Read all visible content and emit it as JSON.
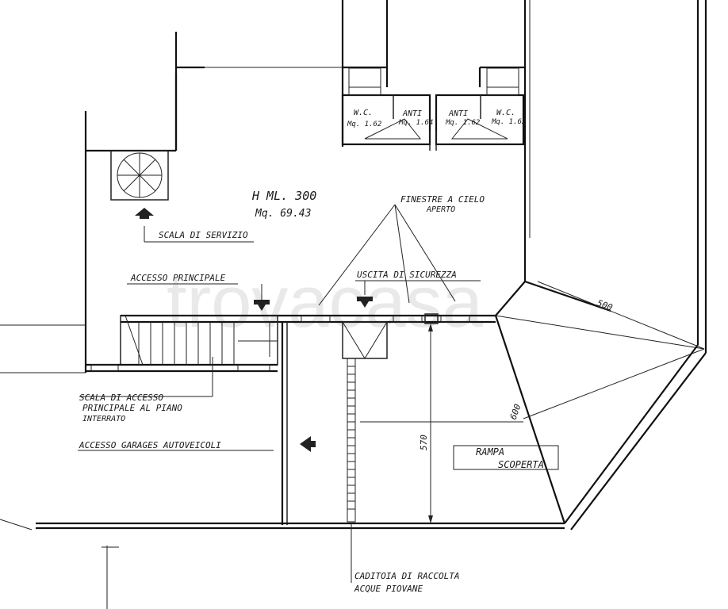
{
  "room": {
    "height": "H ML. 300",
    "area": "Mq. 69.43"
  },
  "wc_left": {
    "name": "W.C.",
    "area": "Mq. 1.62"
  },
  "anti_left": {
    "name": "ANTI",
    "area": "Mq. 1.64"
  },
  "anti_right": {
    "name": "ANTI",
    "area": "Mq. 1.62"
  },
  "wc_right": {
    "name": "W.C.",
    "area": "Mq. 1.62"
  },
  "labels": {
    "service_stair": "SCALA DI SERVIZIO",
    "main_access": "ACCESSO PRINCIPALE",
    "skylights_1": "FINESTRE A CIELO",
    "skylights_2": "APERTO",
    "emergency_exit": "USCITA DI SICUREZZA",
    "stair_1": "SCALA DI ACCESSO",
    "stair_2": "PRINCIPALE AL PIANO",
    "stair_3": "INTERRATO",
    "garage_access": "ACCESSO GARAGES AUTOVEICOLI",
    "ramp_1": "RAMPA",
    "ramp_2": "SCOPERTA",
    "drain_1": "CADITOIA DI RACCOLTA",
    "drain_2": "ACQUE PIOVANE"
  },
  "dimensions": {
    "width_top": "500",
    "diag": "600",
    "ramp_len": "570"
  },
  "watermark": "trovacasa"
}
